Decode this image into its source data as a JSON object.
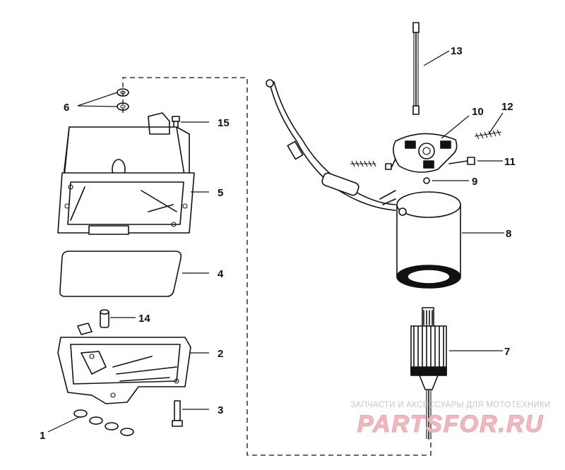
{
  "callouts": {
    "c1": "1",
    "c2": "2",
    "c3": "3",
    "c4": "4",
    "c5": "5",
    "c6": "6",
    "c7": "7",
    "c8": "8",
    "c9": "9",
    "c10": "10",
    "c11": "11",
    "c12": "12",
    "c13": "13",
    "c14": "14",
    "c15": "15"
  },
  "watermark": {
    "line1": "ЗАПЧАСТИ И АКСЕССУАРЫ ДЛЯ МОТОТЕХНИКИ",
    "line2": "PARTSFOR.RU"
  }
}
